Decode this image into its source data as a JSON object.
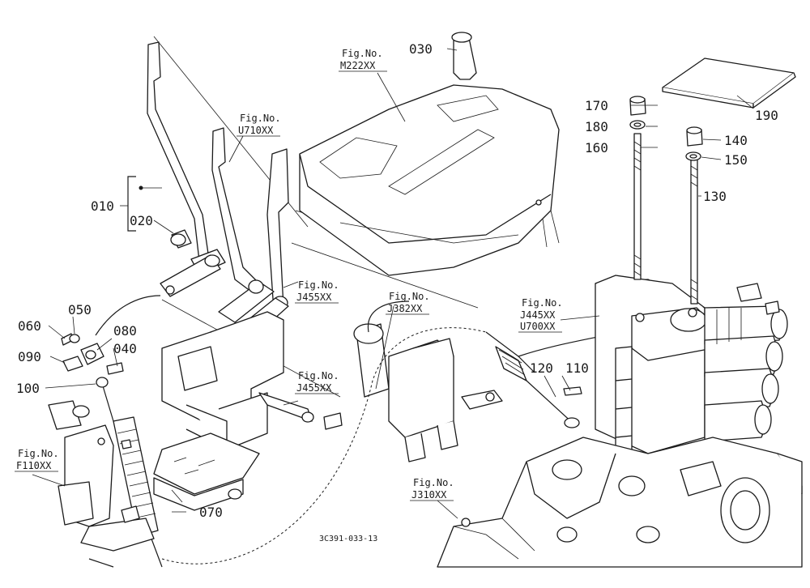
{
  "callouts": {
    "c010": "010",
    "c020": "020",
    "c030": "030",
    "c040": "040",
    "c050": "050",
    "c060": "060",
    "c070": "070",
    "c080": "080",
    "c090": "090",
    "c100": "100",
    "c110": "110",
    "c120": "120",
    "c130": "130",
    "c140": "140",
    "c150": "150",
    "c160": "160",
    "c170": "170",
    "c180": "180",
    "c190": "190"
  },
  "figure_refs": {
    "prefix": "Fig.No.",
    "m222": "M222XX",
    "u710": "U710XX",
    "j455a": "J455XX",
    "j455b": "J455XX",
    "j382": "J382XX",
    "j445": "J445XX",
    "u700": "U700XX",
    "f110": "F110XX",
    "j310": "J310XX"
  },
  "drawing_code": "3C391-033-13"
}
